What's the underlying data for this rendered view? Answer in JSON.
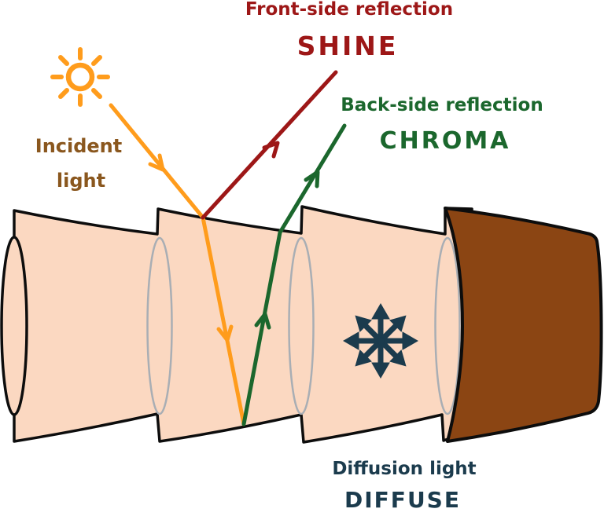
{
  "diagram": {
    "labels": {
      "incident": {
        "line1": "Incident",
        "line2": "light"
      },
      "front": {
        "line1": "Front-side reflection",
        "line2": "SHINE"
      },
      "back": {
        "line1": "Back-side reflection",
        "line2": "CHROMA"
      },
      "diffusion": {
        "line1": "Diffusion light",
        "line2": "DIFFUSE"
      }
    },
    "icons": {
      "sun": "sun-icon",
      "scatter": "scatter-arrows-icon"
    },
    "colors": {
      "incident_orange": "#FF9C1C",
      "shine_red": "#9D1717",
      "chroma_green": "#1B672D",
      "diffuse_navy": "#1B3B4D",
      "incident_text_brown": "#8A571E",
      "cuticle_peach": "#FBD8C1",
      "cortex_brown": "#8B4513",
      "outline_black": "#0D0D0D",
      "ellipse_grey": "#A9AEB4"
    }
  }
}
